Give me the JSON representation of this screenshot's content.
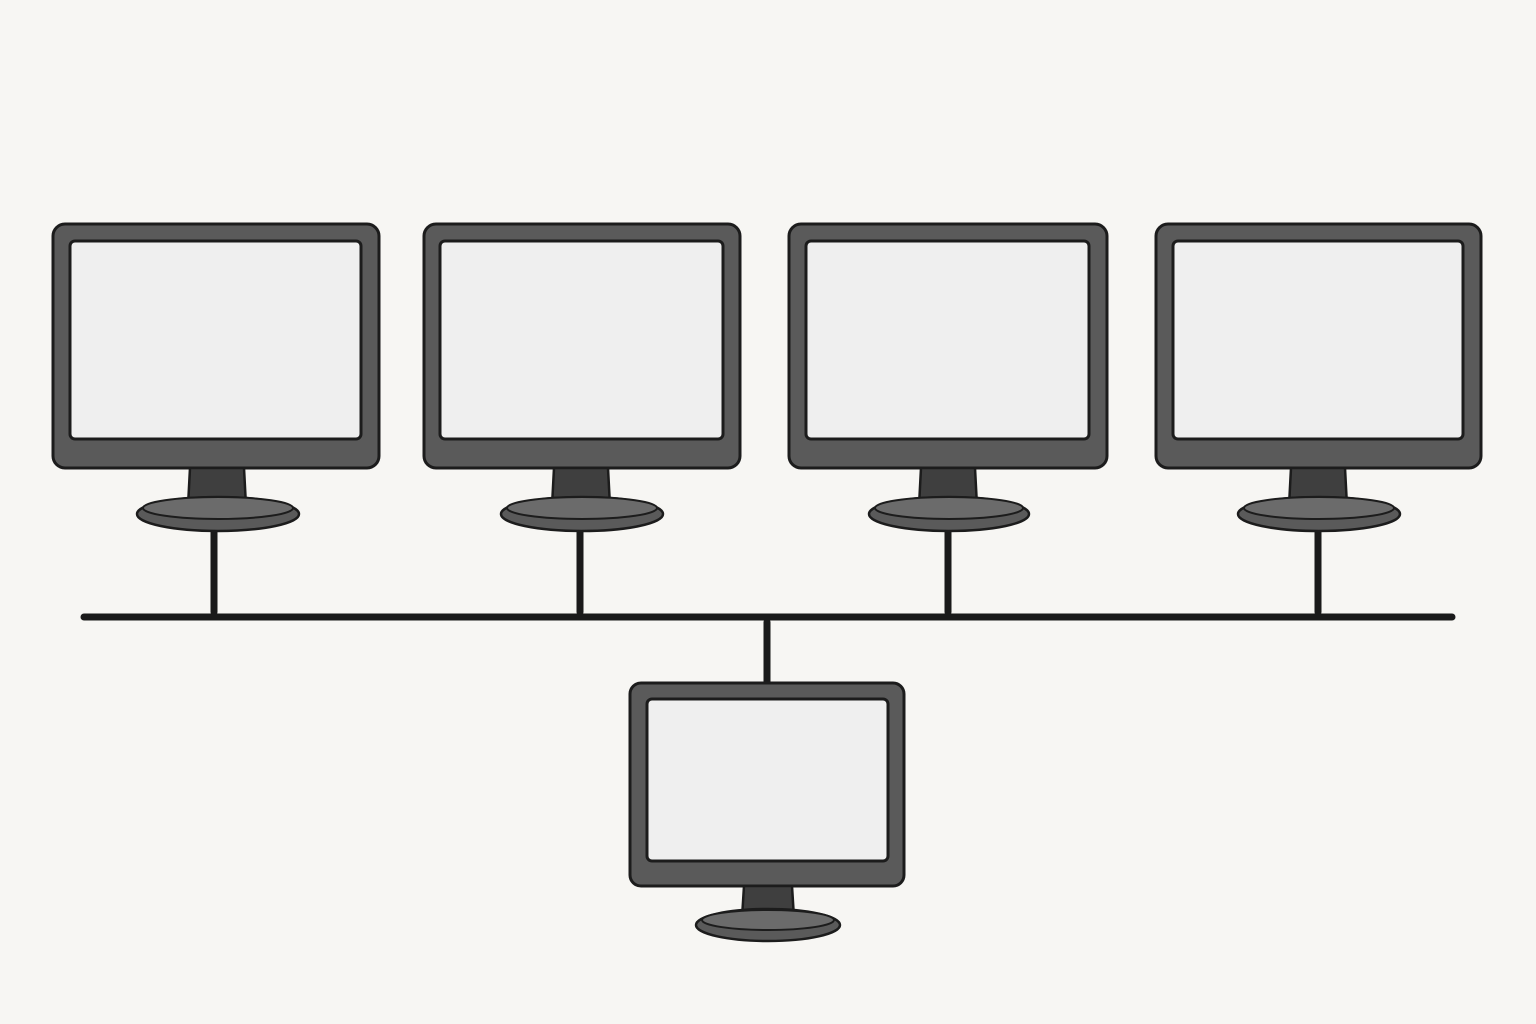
{
  "diagram": {
    "type": "bus-network-topology",
    "nodes": [
      {
        "id": "monitor-1",
        "icon": "monitor-icon",
        "row": "top"
      },
      {
        "id": "monitor-2",
        "icon": "monitor-icon",
        "row": "top"
      },
      {
        "id": "monitor-3",
        "icon": "monitor-icon",
        "row": "top"
      },
      {
        "id": "monitor-4",
        "icon": "monitor-icon",
        "row": "top"
      },
      {
        "id": "monitor-5",
        "icon": "monitor-icon",
        "row": "bottom"
      }
    ],
    "connections": [
      {
        "from": "monitor-1",
        "to": "bus"
      },
      {
        "from": "monitor-2",
        "to": "bus"
      },
      {
        "from": "monitor-3",
        "to": "bus"
      },
      {
        "from": "monitor-4",
        "to": "bus"
      },
      {
        "from": "monitor-5",
        "to": "bus"
      }
    ],
    "colors": {
      "background": "#f7f6f3",
      "bezel": "#5a5a5a",
      "screen": "#efefef",
      "outline": "#1c1c1c",
      "bus": "#1a1a1a"
    }
  }
}
